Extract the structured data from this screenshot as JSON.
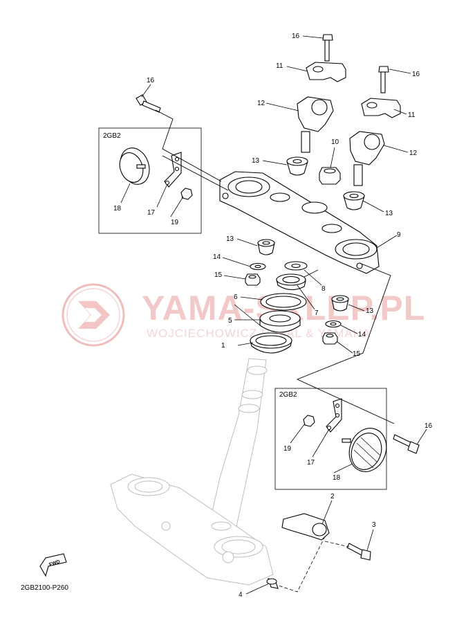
{
  "watermark": {
    "brand": "YAMA-SKLEP.PL",
    "owner": "WOJCIECHOWICZ RAFAL & YAMAHA",
    "color": "#e8a3a3"
  },
  "variant_boxes": [
    {
      "code": "2GB2"
    },
    {
      "code": "2GB2"
    }
  ],
  "callouts": {
    "c1": "1",
    "c2": "2",
    "c3": "3",
    "c4": "4",
    "c5": "5",
    "c6": "6",
    "c7": "7",
    "c8": "8",
    "c9": "9",
    "c10": "10",
    "c11a": "11",
    "c11b": "11",
    "c12a": "12",
    "c12b": "12",
    "c13a": "13",
    "c13b": "13",
    "c13c": "13",
    "c13d": "13",
    "c14a": "14",
    "c14b": "14",
    "c15a": "15",
    "c15b": "15",
    "c16a": "16",
    "c16b": "16",
    "c16c": "16",
    "c16d": "16",
    "c17a": "17",
    "c17b": "17",
    "c18a": "18",
    "c18b": "18",
    "c19a": "19",
    "c19b": "19"
  },
  "fwd_label": "FWD",
  "diagram_code": "2GB2100-P260"
}
